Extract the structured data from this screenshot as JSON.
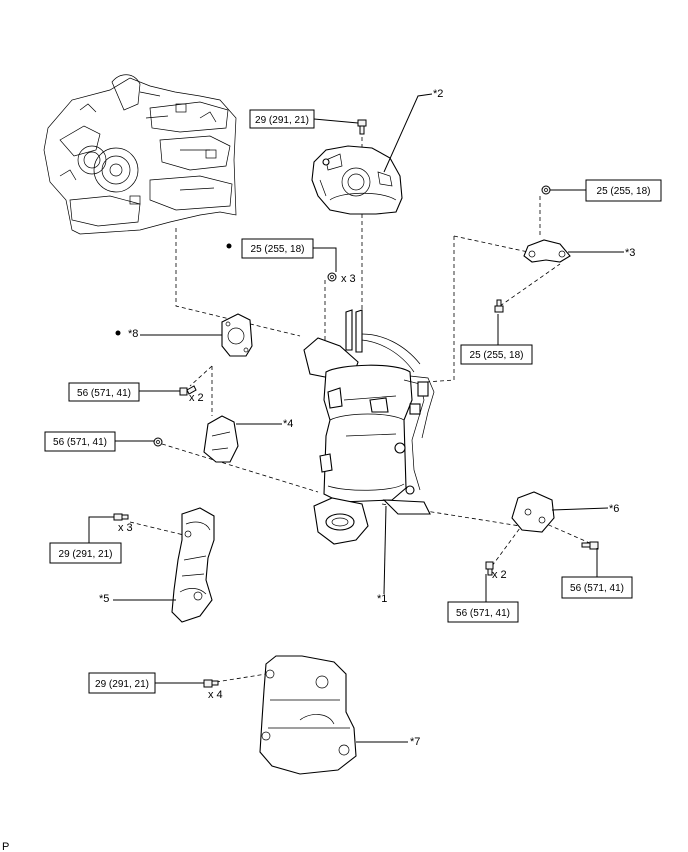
{
  "torque_specs": {
    "t1": "29 (291, 21)",
    "t2": "25 (255, 18)",
    "t3": "25 (255, 18)",
    "t4": "25 (255, 18)",
    "t5": "56 (571, 41)",
    "t6": "56 (571, 41)",
    "t7": "29 (291, 21)",
    "t8": "56 (571, 41)",
    "t9": "56 (571, 41)",
    "t10": "29 (291, 21)"
  },
  "callouts": {
    "c1": "*1",
    "c2": "*2",
    "c3": "*3",
    "c4": "*4",
    "c5": "*5",
    "c6": "*6",
    "c7": "*7",
    "c8": "*8"
  },
  "quantities": {
    "q_nuts": "x 3",
    "q_bolts_left": "x 2",
    "q_heat_bolts": "x 3",
    "q_bracket_bolts": "x 2",
    "q_lower_bolts": "x 4"
  },
  "footer": {
    "code": "P"
  }
}
